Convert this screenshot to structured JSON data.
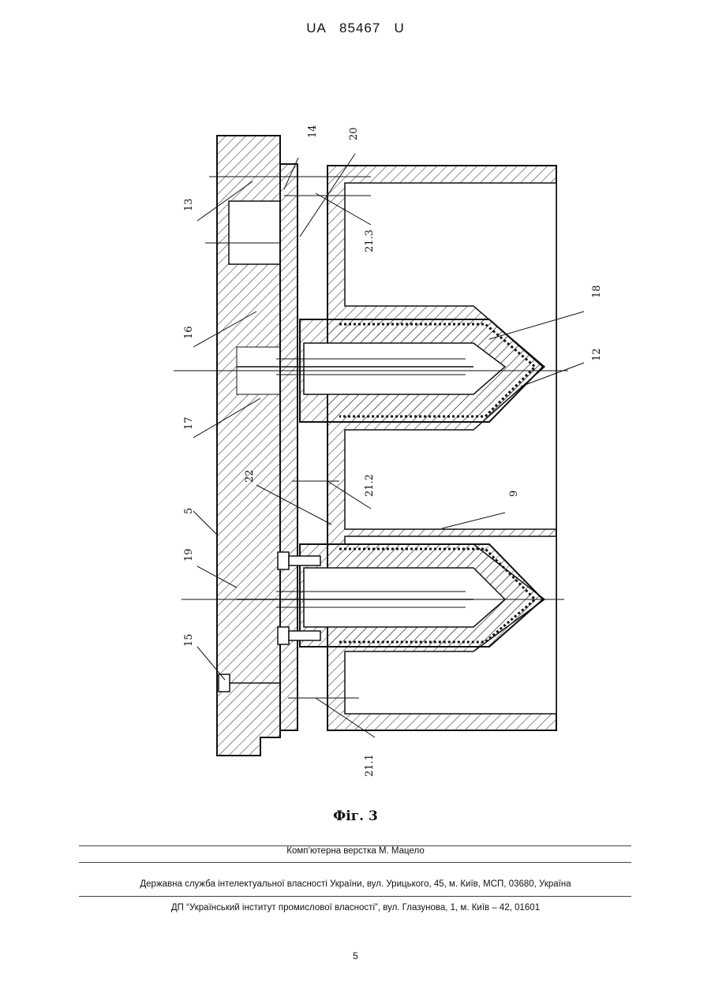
{
  "header": {
    "doc_number": "UA   85467   U"
  },
  "drawing": {
    "labels": [
      "13",
      "14",
      "20",
      "21.3",
      "16",
      "18",
      "12",
      "17",
      "22",
      "21.2",
      "9",
      "5",
      "19",
      "15",
      "21.1"
    ]
  },
  "figure": {
    "caption": "Фіг. 3"
  },
  "footer": {
    "typesetting": "Комп’ютерна верстка М. Мацело",
    "agency": "Державна служба інтелектуальної власності України, вул. Урицького, 45, м. Київ, МСП, 03680, Україна",
    "institute": "ДП “Український інститут промислової власності”, вул. Глазунова, 1, м. Київ – 42, 01601"
  },
  "page_number": "5"
}
